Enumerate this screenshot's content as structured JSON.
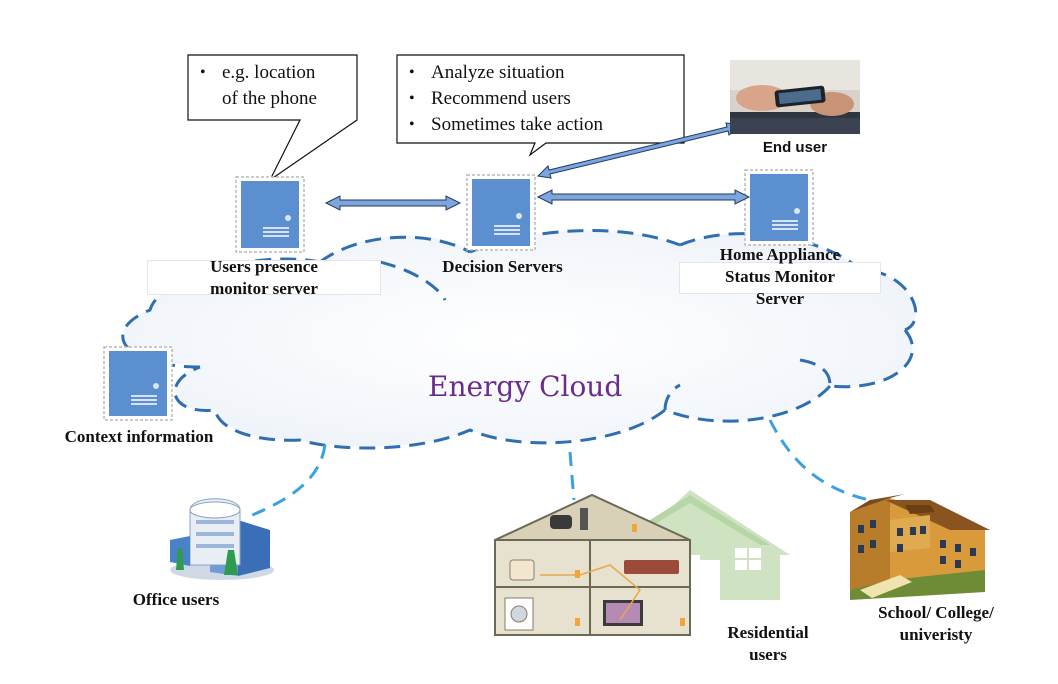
{
  "cloud": {
    "title": "Energy Cloud"
  },
  "callouts": {
    "presence": {
      "items": [
        "e.g. location",
        "of the phone"
      ]
    },
    "decision": {
      "items": [
        "Analyze situation",
        "Recommend users",
        "Sometimes take action"
      ]
    }
  },
  "labels": {
    "end_user": "End user",
    "users_presence_1": "Users presence",
    "users_presence_2": "monitor server",
    "decision_servers": "Decision Servers",
    "home_appliance_1": "Home Appliance",
    "home_appliance_2": "Status Monitor",
    "home_appliance_3": "Server",
    "context_information": "Context information",
    "office_users": "Office users",
    "residential_1": "Residential",
    "residential_2": "users",
    "school_1": "School/ College/",
    "school_2": "univeristy"
  },
  "colors": {
    "server_fill": "#5b8fd0",
    "server_border": "#b9b9b9",
    "cloud_dash": "#2f6eb0",
    "link_dash": "#3aa0e0",
    "arrow_fill": "#7ea6dc",
    "cloud_title": "#6a2d8c"
  }
}
